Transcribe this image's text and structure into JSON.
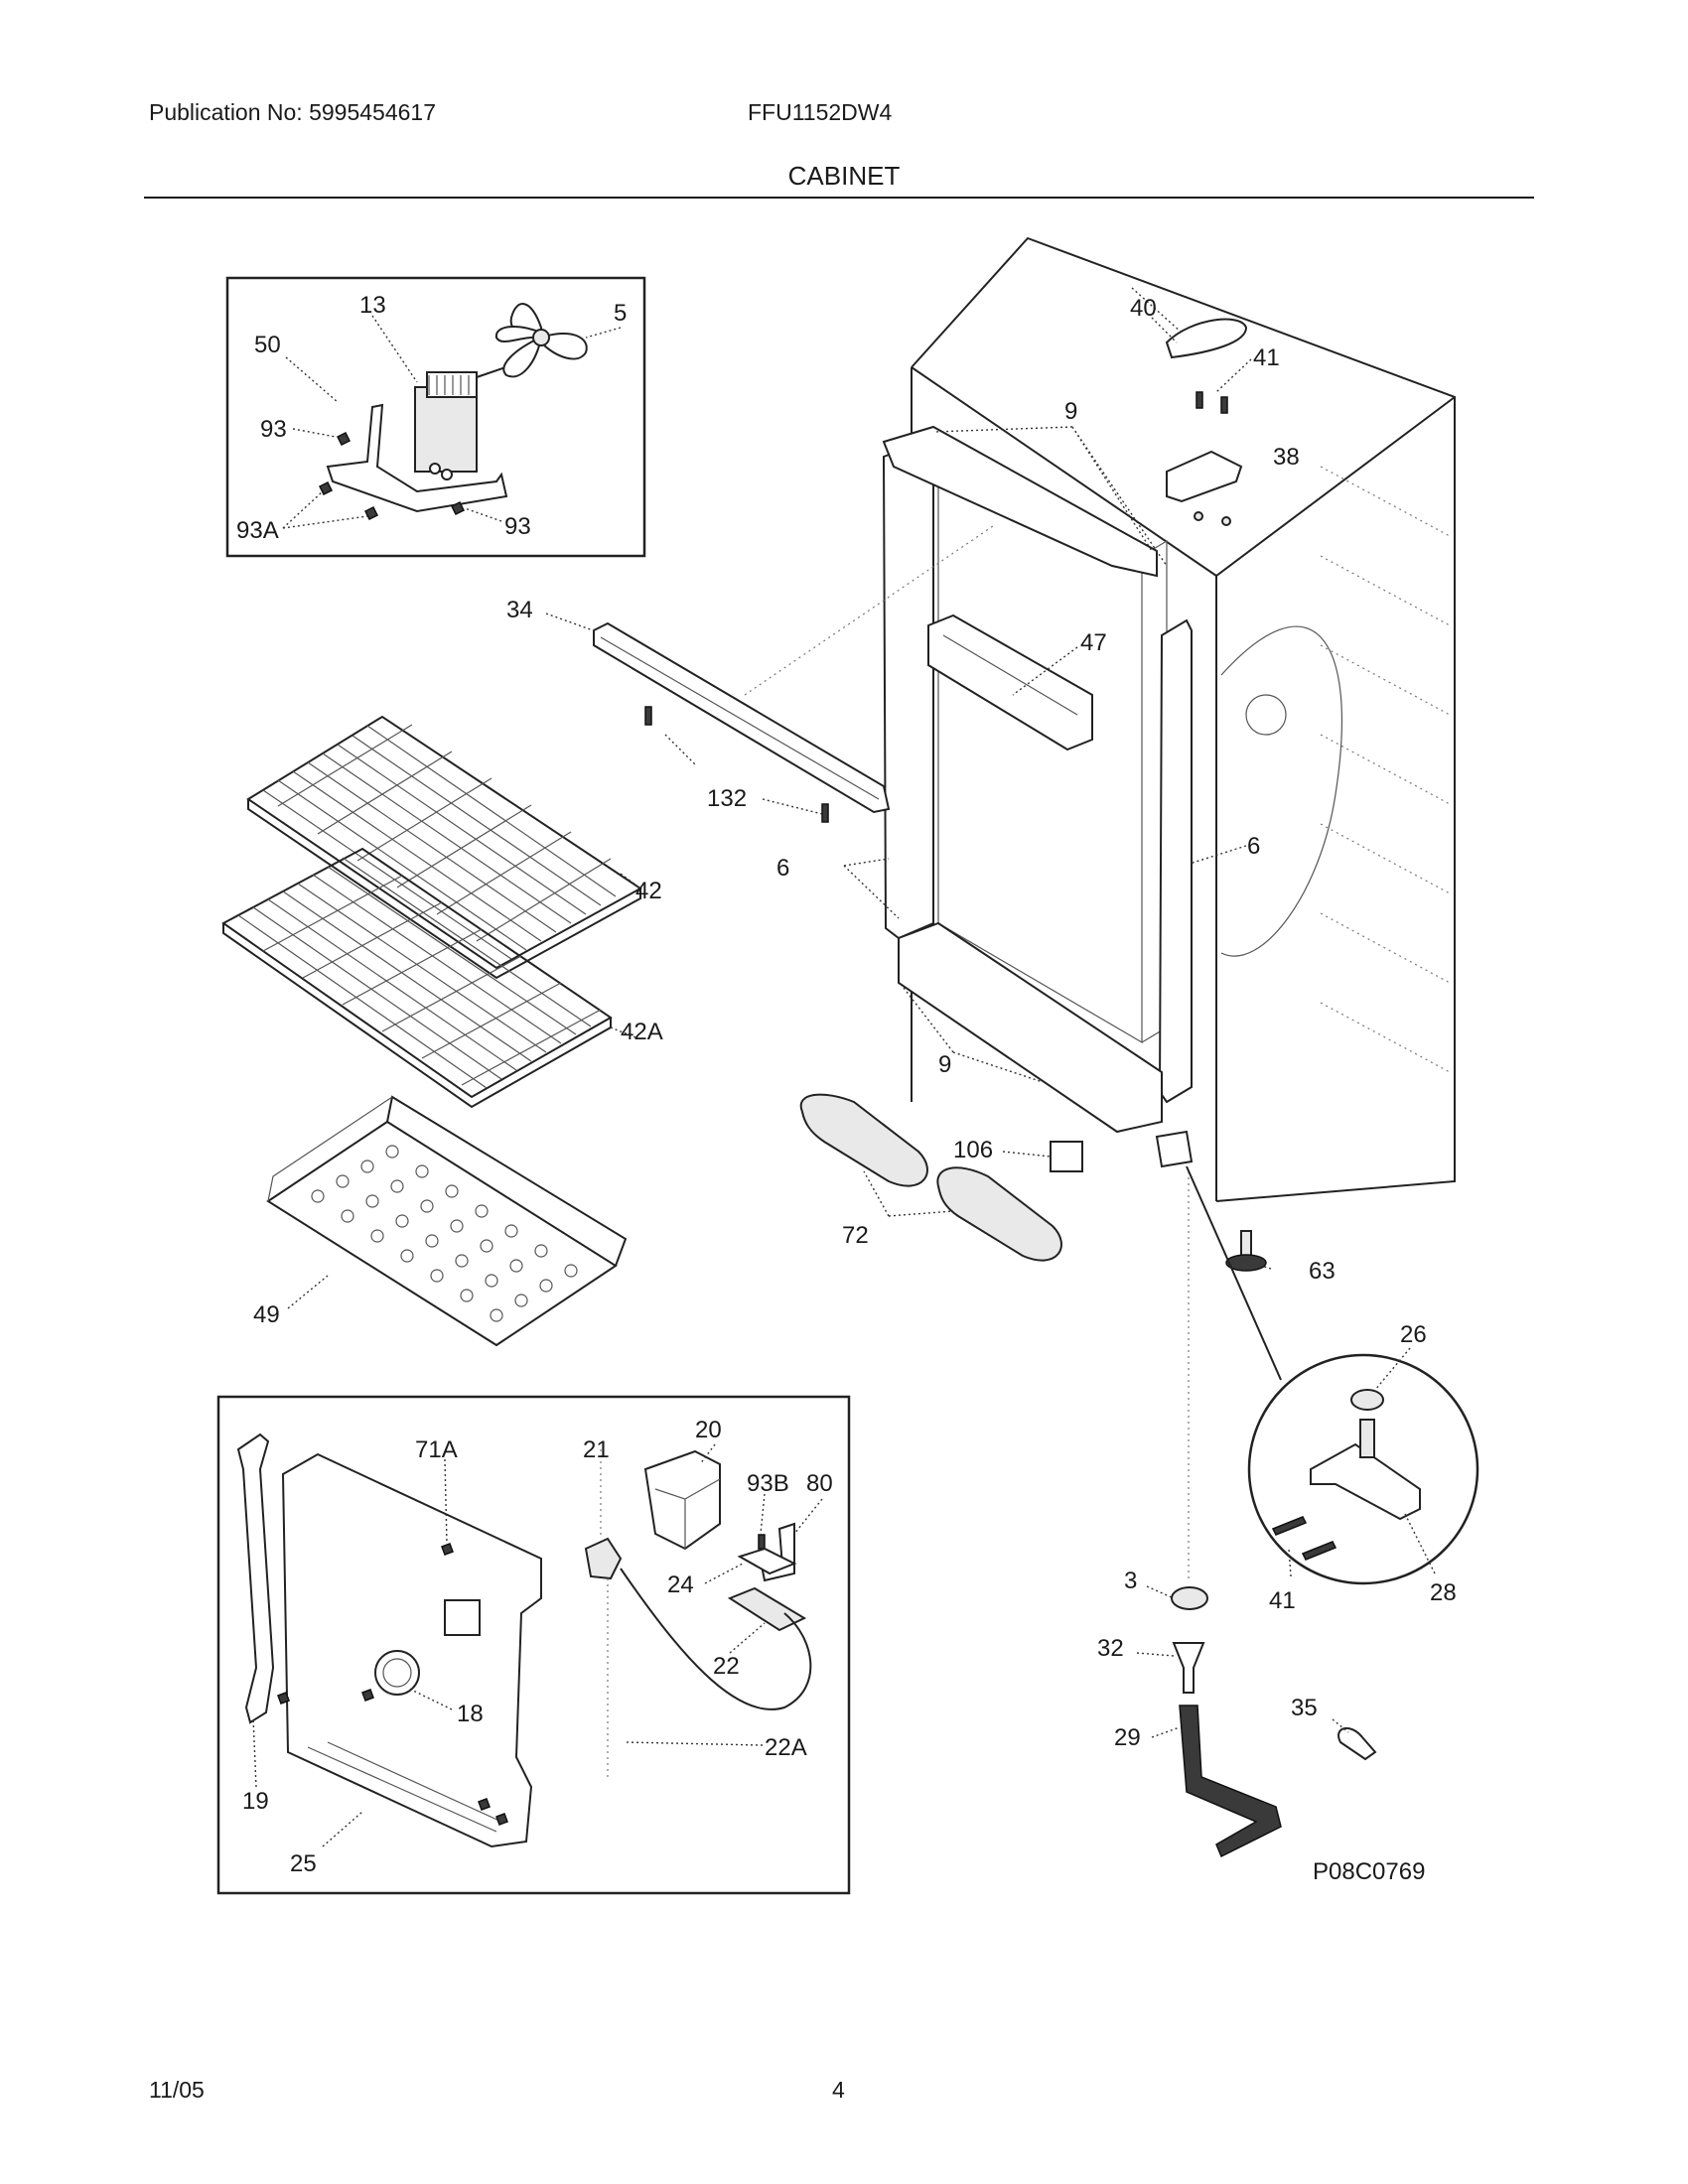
{
  "header": {
    "publication": "Publication No: 5995454617",
    "model": "FFU1152DW4",
    "section_title": "CABINET"
  },
  "footer": {
    "date": "11/05",
    "page_number": "4"
  },
  "diagram_code": "P08C0769",
  "part_labels": {
    "p13": "13",
    "p5": "5",
    "p50": "50",
    "p93_top": "93",
    "p93A": "93A",
    "p93_bottom": "93",
    "p34": "34",
    "p132": "132",
    "p42": "42",
    "p42A": "42A",
    "p49": "49",
    "p40": "40",
    "p41_top": "41",
    "p38": "38",
    "p9_top": "9",
    "p47": "47",
    "p6_left": "6",
    "p6_right": "6",
    "p9_bottom": "9",
    "p106": "106",
    "p72": "72",
    "p63": "63",
    "p26": "26",
    "p28": "28",
    "p41_detail": "41",
    "p3": "3",
    "p32": "32",
    "p29": "29",
    "p35": "35",
    "p71A": "71A",
    "p21": "21",
    "p20": "20",
    "p93B": "93B",
    "p80": "80",
    "p24": "24",
    "p22": "22",
    "p22A": "22A",
    "p18": "18",
    "p19": "19",
    "p25": "25"
  }
}
